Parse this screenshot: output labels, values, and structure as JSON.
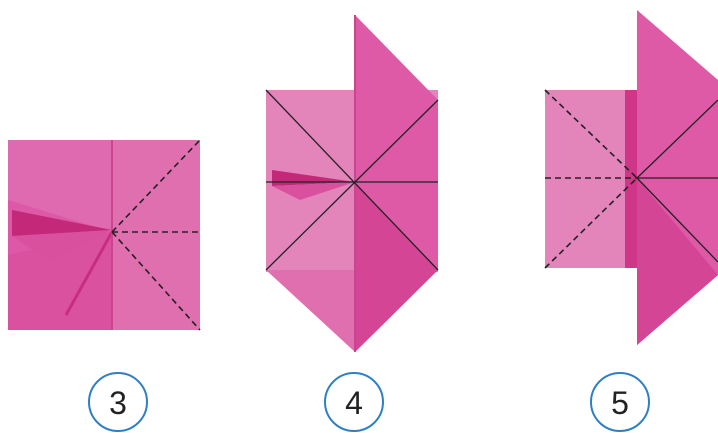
{
  "colors": {
    "paper_light": "#e17fb7",
    "paper_mid": "#e0509f",
    "paper_deep": "#d23d8e",
    "paper_dark": "#c72e80",
    "crease_line": "#222222",
    "circle_stroke": "#2f7fc4",
    "label_text": "#222222",
    "background": "#ffffff"
  },
  "steps": [
    {
      "number": "3"
    },
    {
      "number": "4"
    },
    {
      "number": "5"
    }
  ]
}
